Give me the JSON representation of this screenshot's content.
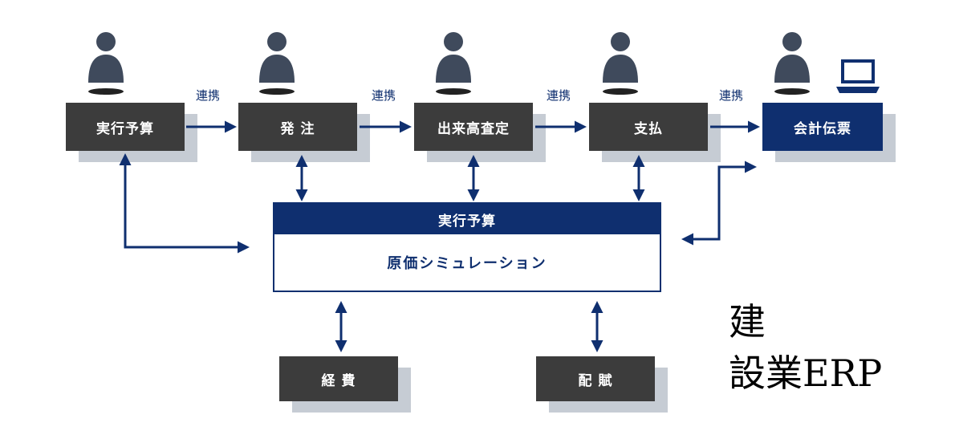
{
  "flow": {
    "steps": [
      {
        "label": "実行予算"
      },
      {
        "label": "発 注"
      },
      {
        "label": "出来高査定"
      },
      {
        "label": "支払"
      },
      {
        "label": "会計伝票"
      }
    ],
    "link_label": "連携"
  },
  "core": {
    "header": "実行予算",
    "body": "原価シミュレーション"
  },
  "bottom": {
    "left": "経 費",
    "right": "配 賦"
  },
  "brand": {
    "line1": "建",
    "line2": "設業ERP"
  },
  "colors": {
    "navy": "#0f2f6f",
    "dark_box": "#3c3c3c",
    "shadow": "#c6ccd4",
    "person": "#3f4a5c"
  }
}
